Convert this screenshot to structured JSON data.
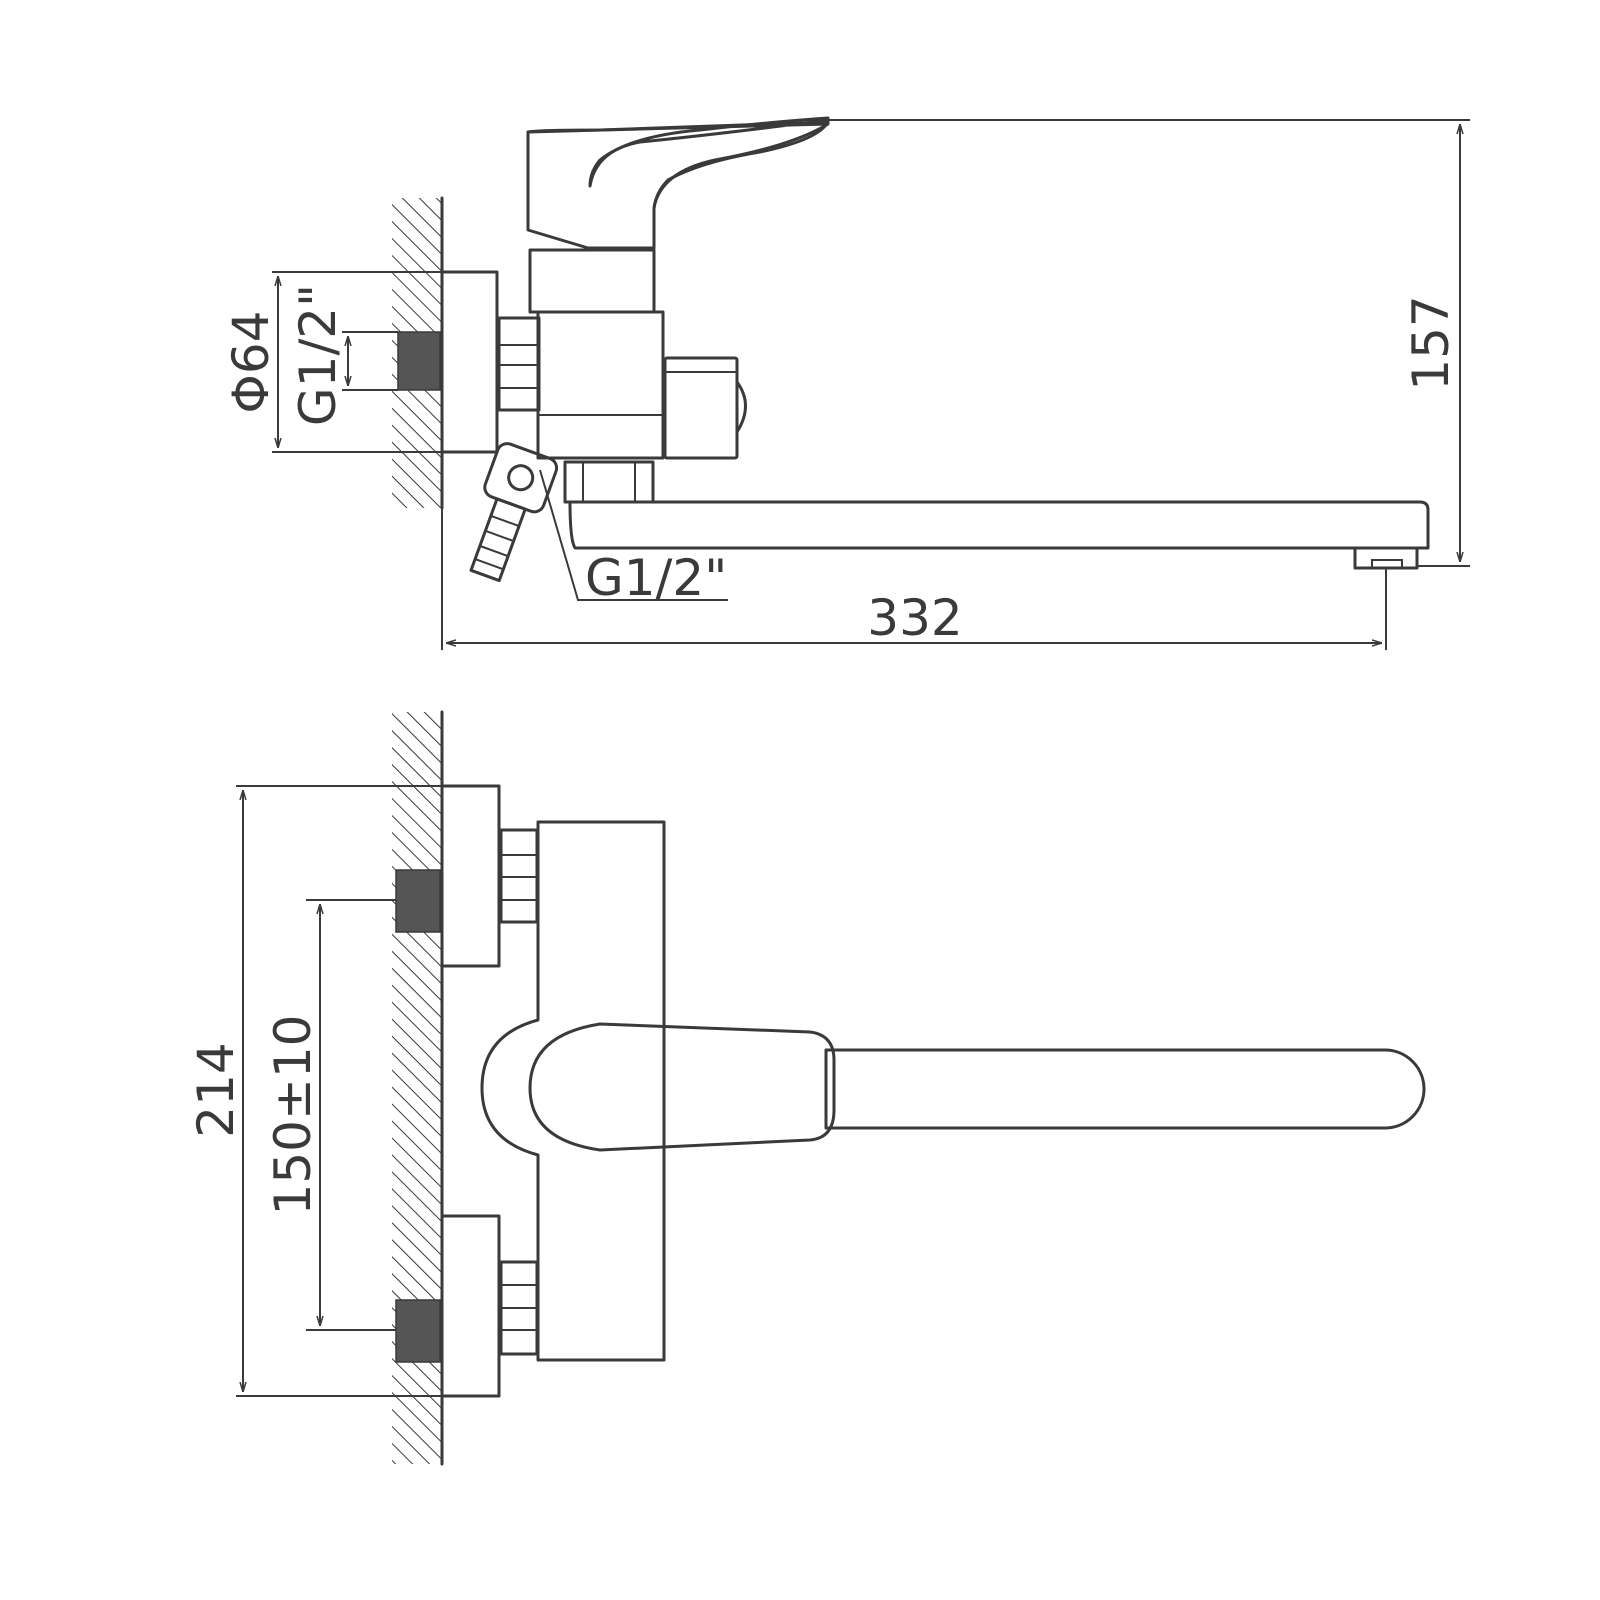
{
  "side_view": {
    "dimensions": {
      "outer_diameter": "Φ64",
      "inlet_thread": "G1/2\"",
      "outlet_thread": "G1/2\"",
      "total_length": "332",
      "total_height": "157"
    }
  },
  "front_view": {
    "dimensions": {
      "total_height": "214",
      "inlet_spacing": "150±10"
    }
  },
  "colors": {
    "line": "#3a3a3a",
    "background": "#ffffff"
  }
}
